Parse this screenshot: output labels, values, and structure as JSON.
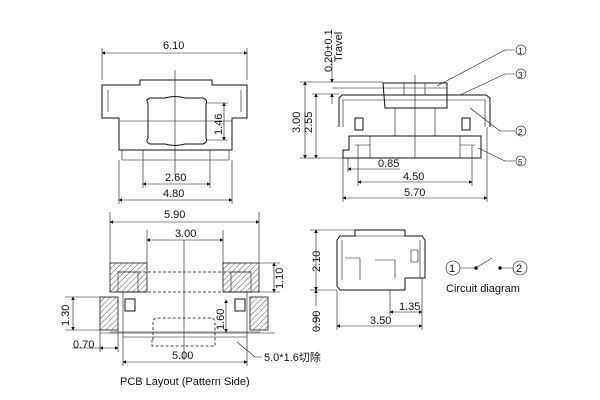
{
  "top_view": {
    "width_total": "6.10",
    "width_base": "4.80",
    "width_actuator": "2.60",
    "height_actuator": "1.46"
  },
  "side_view": {
    "travel_value": "0.20±0.1",
    "travel_label": "Travel",
    "height_total": "3.00",
    "height_body": "2.55",
    "dim_a": "0.85",
    "dim_b": "4.50",
    "dim_c": "5.70",
    "callouts": [
      "1",
      "3",
      "2",
      "5"
    ]
  },
  "pcb_layout": {
    "width_total": "5.90",
    "width_inner": "3.00",
    "pad_height_top": "1.10",
    "pad_height_side": "1.30",
    "pad_width_side": "0.70",
    "spacing": "1.60",
    "span": "5.00",
    "cutout_note": "5.0*1.6切除",
    "title": "PCB Layout (Pattern Side)"
  },
  "front_view": {
    "height_body": "2.10",
    "height_base": "0.90",
    "offset": "1.35",
    "width": "3.50"
  },
  "circuit": {
    "pin1": "1",
    "pin2": "2",
    "label": "Circuit diagram"
  }
}
